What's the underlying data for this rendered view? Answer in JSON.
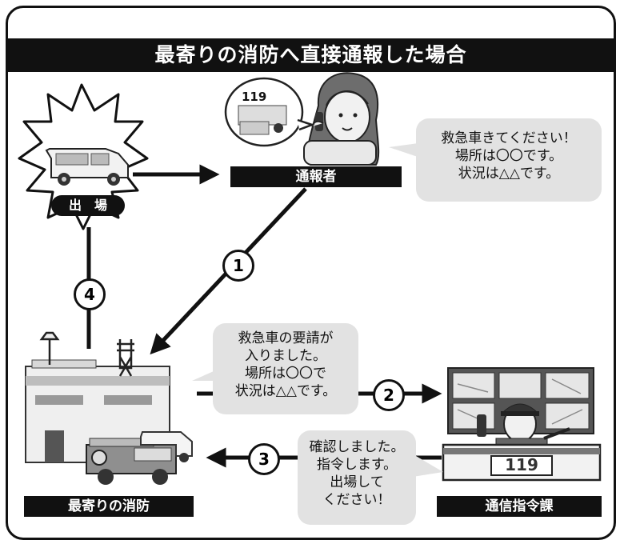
{
  "title": "最寄りの消防へ直接通報した場合",
  "nodes": {
    "caller": "通報者",
    "station": "最寄りの消防",
    "dispatch": "通信指令課",
    "dispatched_badge": "出　場"
  },
  "phone_number": "119",
  "dispatch_desk_number": "119",
  "bubbles": {
    "caller": [
      "救急車きてください！",
      "場所は〇〇です。",
      "状況は△△です。"
    ],
    "station_to_dispatch": [
      "救急車の要請が",
      "入りました。",
      "場所は〇〇で",
      "状況は△△です。"
    ],
    "dispatch_reply": [
      "確認しました。",
      "指令します。",
      "出場して",
      "ください！"
    ]
  },
  "steps": [
    "1",
    "2",
    "3",
    "4"
  ]
}
